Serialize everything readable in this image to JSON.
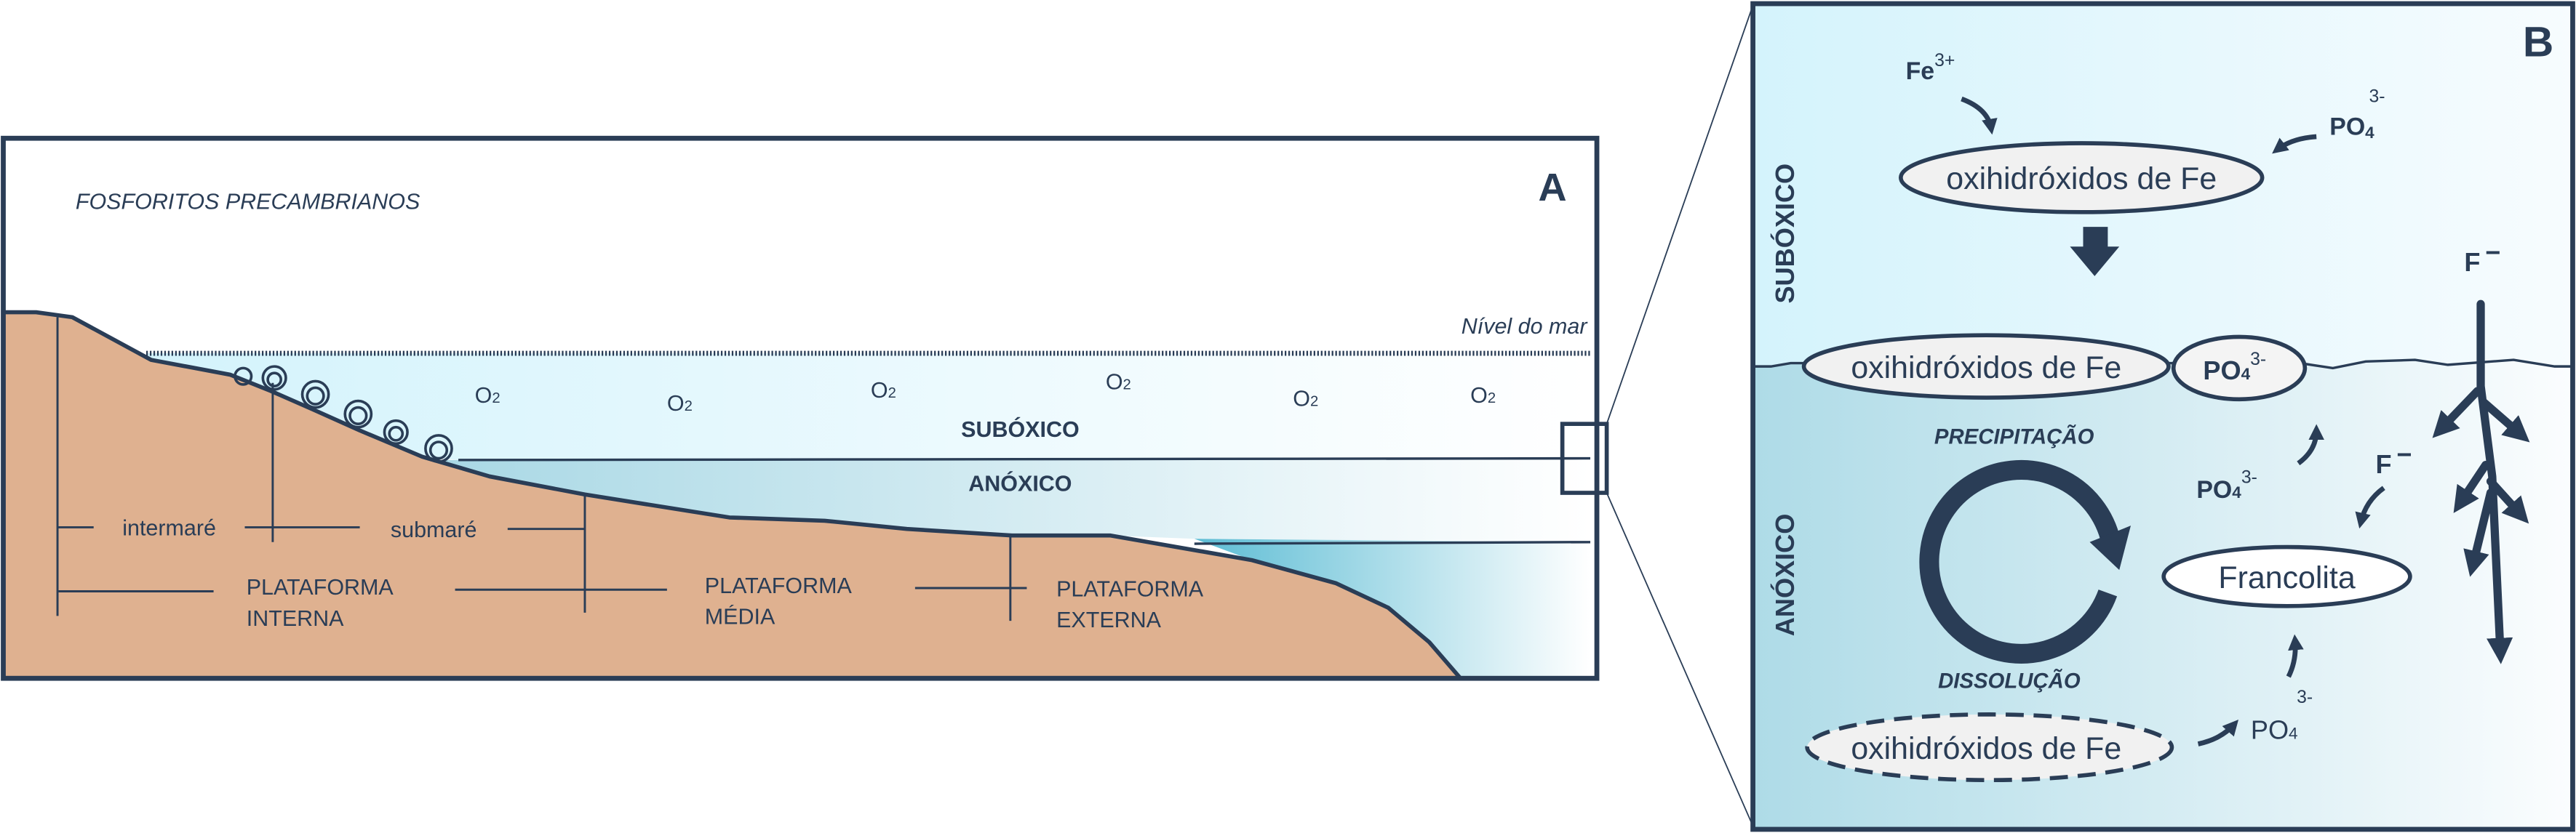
{
  "panel_a": {
    "title": "FOSFORITOS PRECAMBRIANOS",
    "letter": "A",
    "sea_level": "Nível do mar",
    "o2_label": "O",
    "o2_sub": "2",
    "suboxic": "SUBÓXICO",
    "anoxic": "ANÓXICO",
    "zones": {
      "intertidal": "intermaré",
      "subtidal": "submaré"
    },
    "platforms": [
      {
        "line1": "PLATAFORMA",
        "line2": "INTERNA"
      },
      {
        "line1": "PLATAFORMA",
        "line2": "MÉDIA"
      },
      {
        "line1": "PLATAFORMA",
        "line2": "EXTERNA"
      }
    ]
  },
  "panel_b": {
    "letter": "B",
    "suboxic": "SUBÓXICO",
    "anoxic": "ANÓXICO",
    "fe": "Fe",
    "fe_charge": "3+",
    "po4": "PO",
    "po4_sub": "4",
    "po4_charge": "3-",
    "oxy": "oxihidróxidos de Fe",
    "precipitation": "PRECIPITAÇÃO",
    "dissolution": "DISSOLUÇÃO",
    "francolite": "Francolita",
    "fluoride": "F",
    "fluoride_charge": "−"
  },
  "colors": {
    "ink": "#2a3d56",
    "sediment": "#dfb190",
    "water_light": "#d6f4fc",
    "water_dark": "#a9d8e5"
  }
}
